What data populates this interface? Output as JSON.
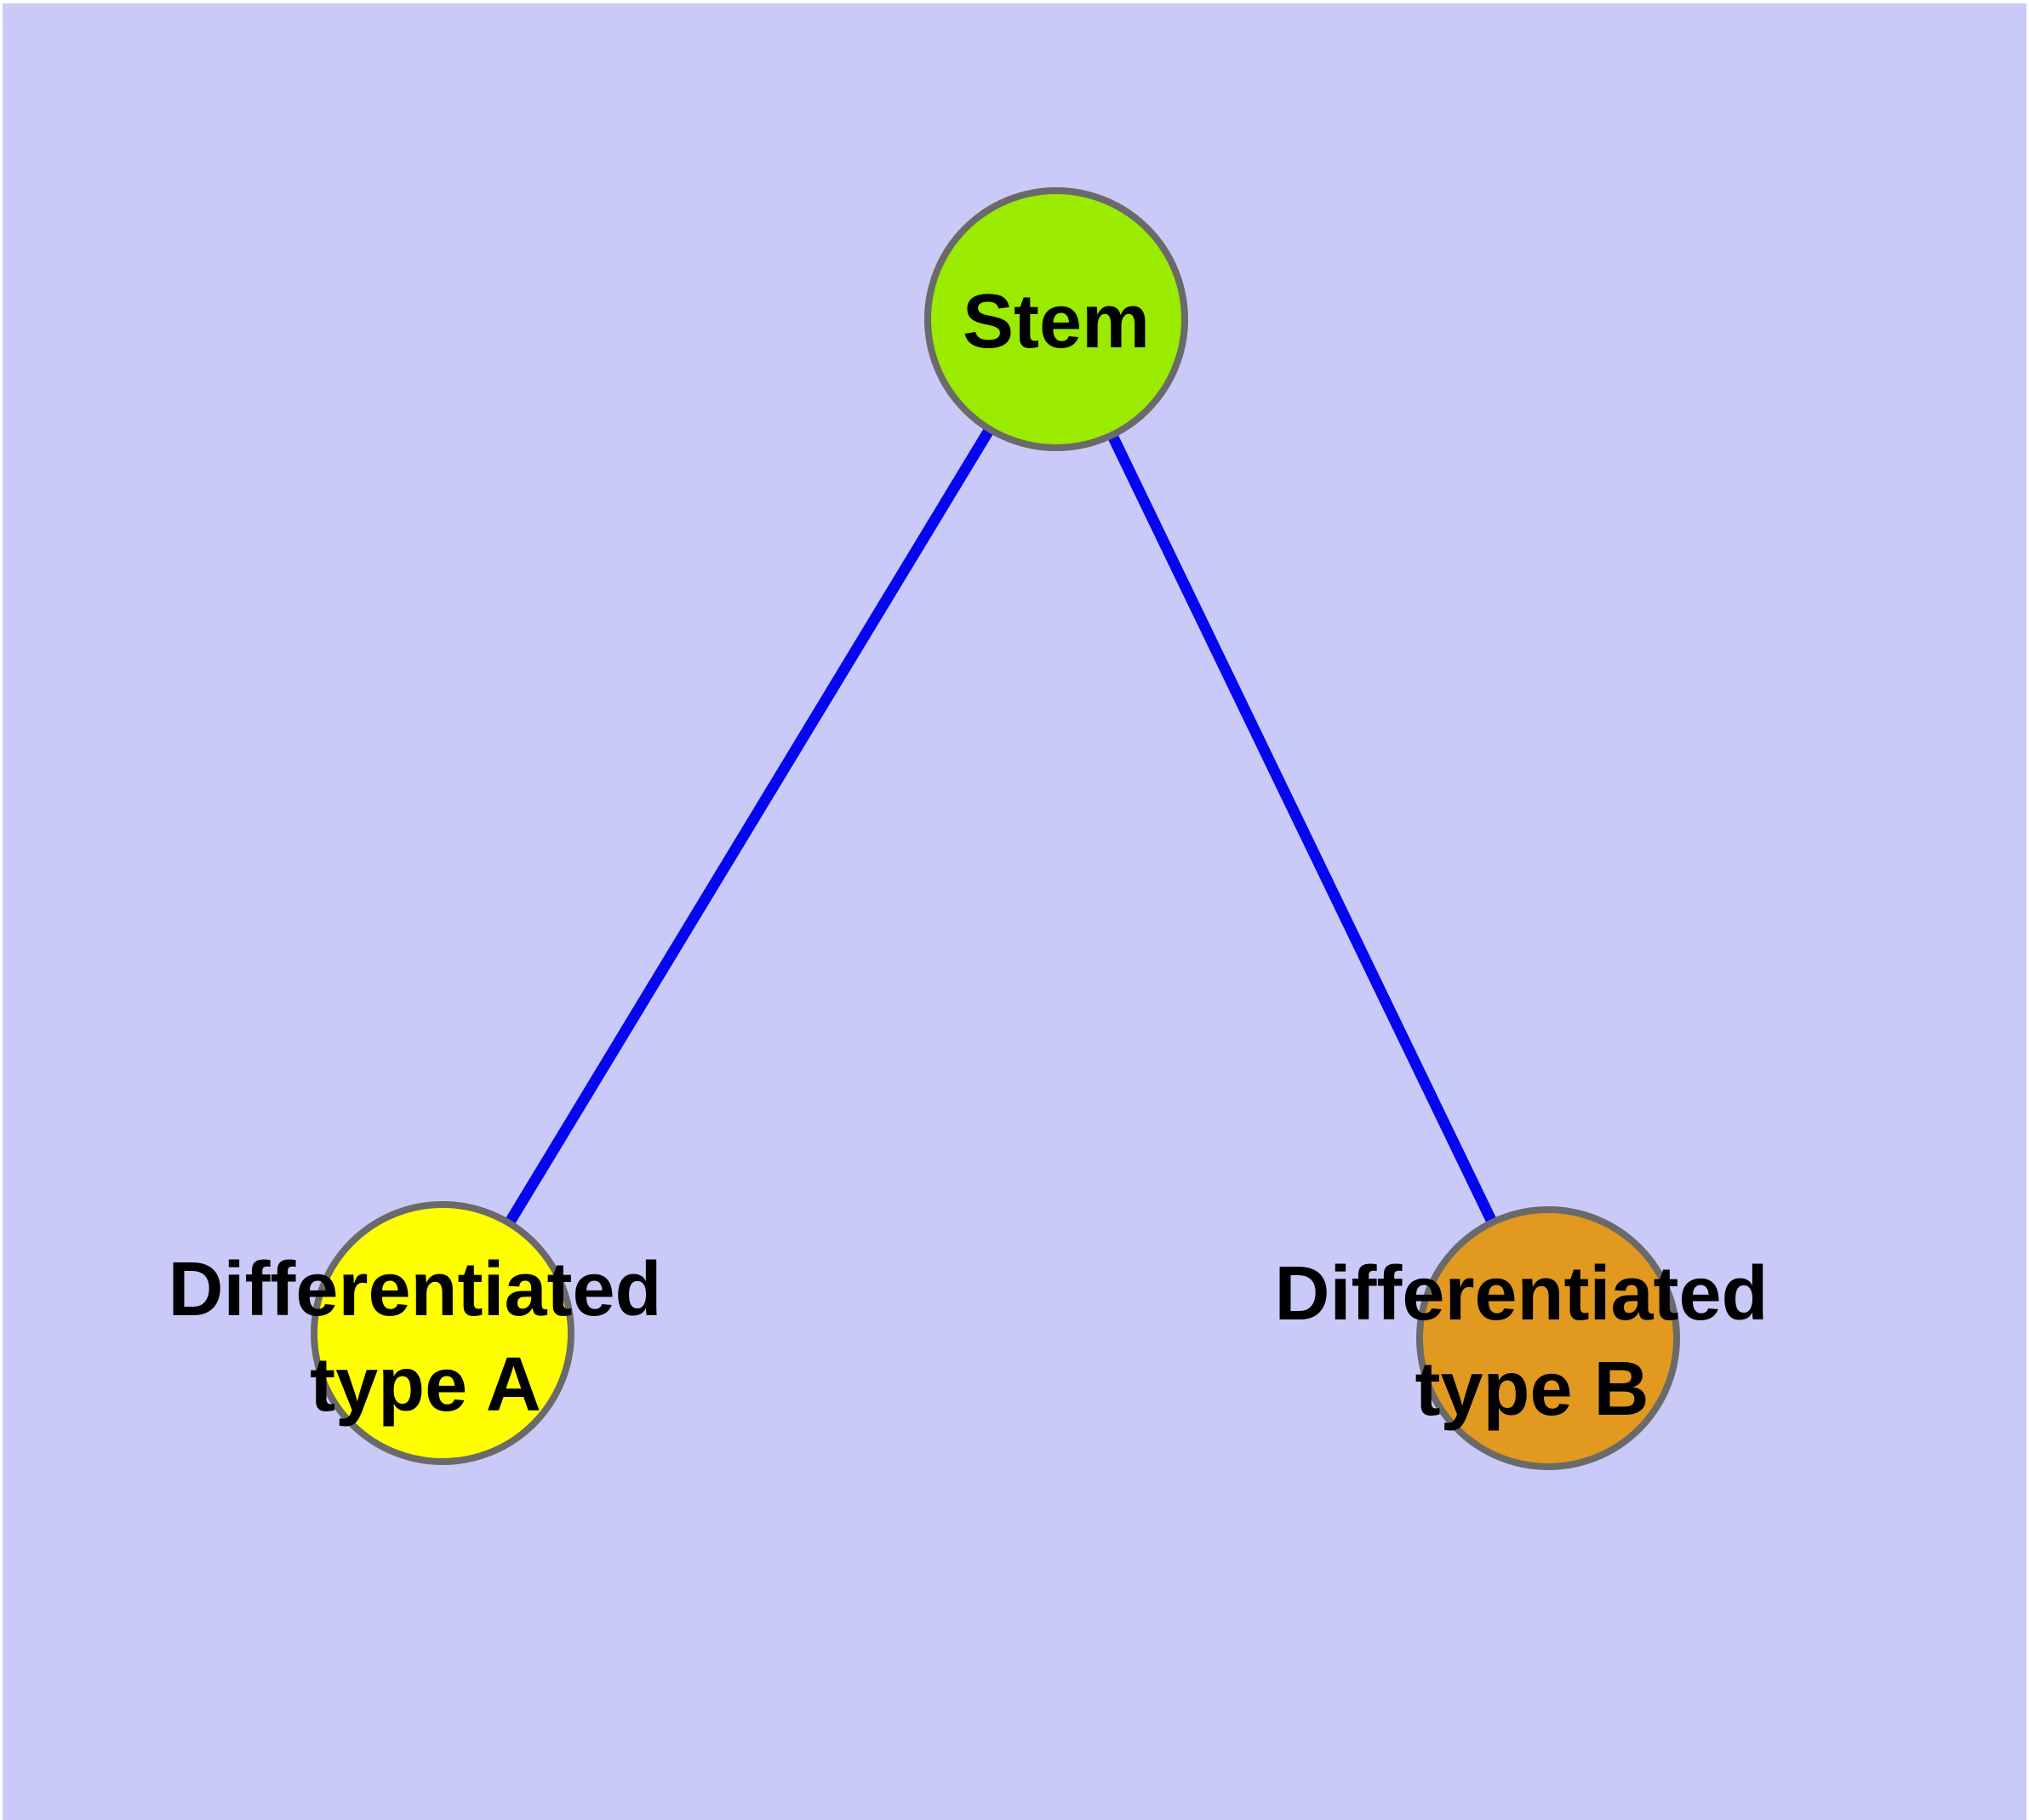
{
  "canvas": {
    "background_color": "#CACAF9",
    "page_edge_color": "#FFFFFF"
  },
  "colors": {
    "node_border": "#6A6A6A",
    "edge": "#0505F0",
    "label": "#000000"
  },
  "nodes": {
    "stem": {
      "label": "Stem",
      "fill": "#9AEB00"
    },
    "diff_a": {
      "label_line1": "Differentiated",
      "label_line2": "type A",
      "fill": "#FFFF00"
    },
    "diff_b": {
      "label_line1": "Differentiated",
      "label_line2": "type B",
      "fill": "#E2991F"
    }
  },
  "edges": [
    {
      "from": "Stem",
      "to": "Differentiated type A"
    },
    {
      "from": "Stem",
      "to": "Differentiated type B"
    }
  ]
}
